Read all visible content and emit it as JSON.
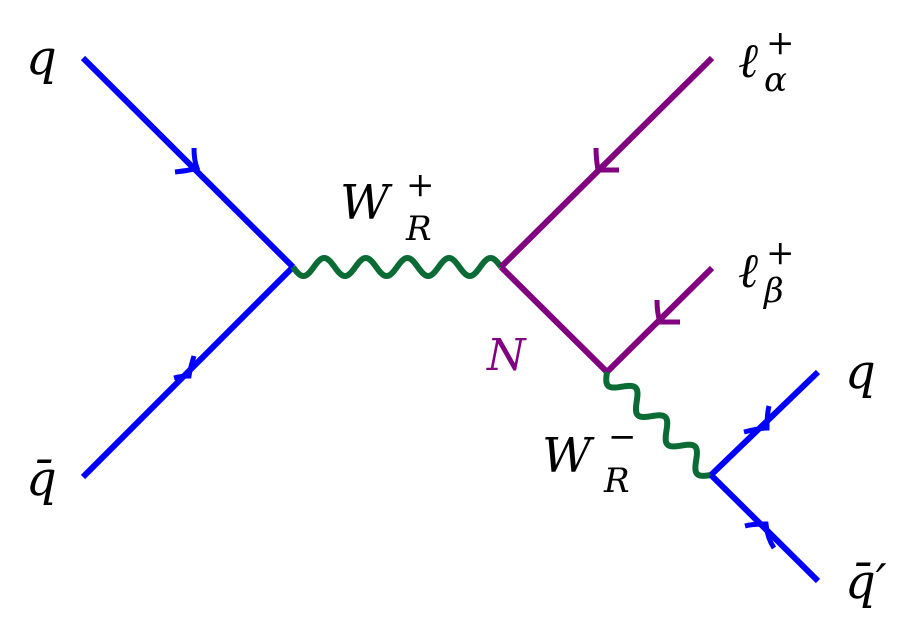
{
  "colors": {
    "quark": "#0000ff",
    "lepton": "#800080",
    "w_boson": "#0b6b35",
    "label": "#000000"
  },
  "labels": {
    "q_in": "q",
    "qbar_in": "q̄",
    "W_plus_main": "W",
    "W_plus_sup": "+",
    "W_plus_sub": "R",
    "N": "N",
    "lep_alpha_main": "ℓ",
    "lep_alpha_sup": "+",
    "lep_alpha_sub": "α",
    "lep_beta_main": "ℓ",
    "lep_beta_sup": "+",
    "lep_beta_sub": "β",
    "W_minus_main": "W",
    "W_minus_sup": "−",
    "W_minus_sub": "R",
    "q_out": "q",
    "qbar_prime_out": "q̄′"
  }
}
